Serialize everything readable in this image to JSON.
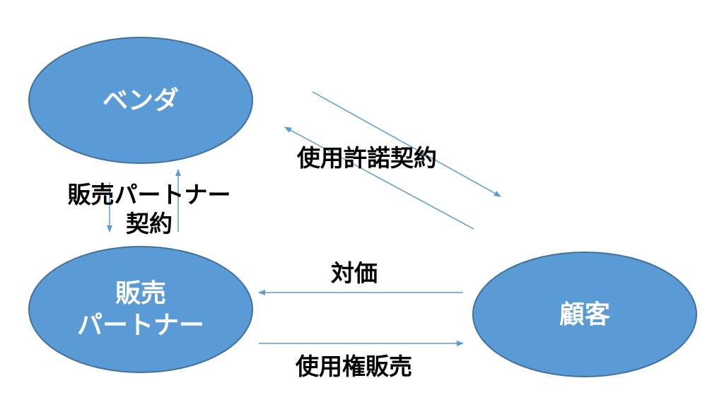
{
  "diagram": {
    "colors": {
      "node_fill": "#5b9bd5",
      "node_border": "#41719c",
      "node_text": "#ffffff",
      "arrow": "#5b9bd5",
      "label_text": "#000000"
    },
    "nodes": {
      "vendor": {
        "label": "ベンダ"
      },
      "partner": {
        "line1": "販売",
        "line2": "パートナー"
      },
      "customer": {
        "label": "顧客"
      }
    },
    "edges": {
      "license_agreement": {
        "label": "使用許諾契約"
      },
      "partner_agreement": {
        "line1": "販売パートナー",
        "line2": "契約"
      },
      "payment": {
        "label": "対価"
      },
      "license_sale": {
        "label": "使用権販売"
      }
    }
  }
}
